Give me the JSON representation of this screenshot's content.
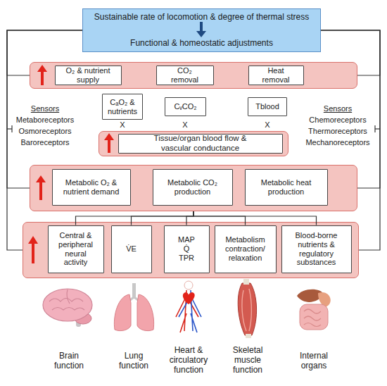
{
  "diagram": {
    "nodes": [
      {
        "text": [
          "Sustainable rate of locomotion & degree of thermal stress",
          "Functional & homeostatic adjustments"
        ]
      },
      {
        "text": []
      },
      {
        "text": [
          "O₂ & nutrient supply"
        ],
        "in": 1
      },
      {
        "text": [
          "CO₂ removal"
        ],
        "in": 1
      },
      {
        "text": [
          "Heat removal"
        ],
        "in": 1
      },
      {
        "text": [
          "CₐO₂ & nutrients"
        ]
      },
      {
        "text": [
          "CᵥCO₂"
        ]
      },
      {
        "text": [
          "Tblood"
        ]
      },
      {
        "text": []
      },
      {
        "text": [
          "Tissue/organ blood flow & vascular conductance"
        ],
        "in": 8
      },
      {
        "text": []
      },
      {
        "text": [
          "Metabolic O₂ & nutrient demand"
        ],
        "in": 10
      },
      {
        "text": [
          "Metabolic CO₂ production"
        ],
        "in": 10
      },
      {
        "text": [
          "Metabolic heat production"
        ],
        "in": 10
      },
      {
        "text": []
      },
      {
        "text": [
          "Central & peripheral neural activity"
        ],
        "in": 14
      },
      {
        "text": [
          "V̇E"
        ],
        "in": 14
      },
      {
        "text": [
          "MAP Q̇ TPR"
        ],
        "in": 14
      },
      {
        "text": [
          "Metabolism contraction/ relaxation"
        ],
        "in": 14
      },
      {
        "text": [
          "Blood-borne nutrients & regulatory substances"
        ],
        "in": 14
      }
    ],
    "edges": [
      {
        "from": 0,
        "to": 1,
        "arrow": "none"
      },
      {
        "from": 0,
        "to": 10,
        "arrow": "none"
      },
      {
        "from": 0,
        "to": 14,
        "arrow": "none"
      },
      {
        "from": 0,
        "to": 1,
        "arrow": "none"
      },
      {
        "from": 0,
        "to": 10,
        "arrow": "none"
      },
      {
        "from": 0,
        "to": 14,
        "arrow": "none"
      },
      {
        "from": 10,
        "to": 15,
        "arrow": "none"
      },
      {
        "from": 10,
        "to": 16,
        "arrow": "none"
      },
      {
        "from": 10,
        "to": 17,
        "arrow": "none"
      },
      {
        "from": 10,
        "to": 18,
        "arrow": "none"
      },
      {
        "from": 10,
        "to": 19,
        "arrow": "none"
      }
    ],
    "labels": [
      "X",
      "X",
      "X",
      "Sensors",
      "Metaboreceptors",
      "Osmoreceptors",
      "Baroreceptors",
      "Sensors",
      "Chemoreceptors",
      "Thermoreceptors",
      "Mechanoreceptors",
      "Brain function",
      "Lung function",
      "Heart & circulatory function",
      "Skeletal muscle function",
      "Internal organs"
    ]
  }
}
